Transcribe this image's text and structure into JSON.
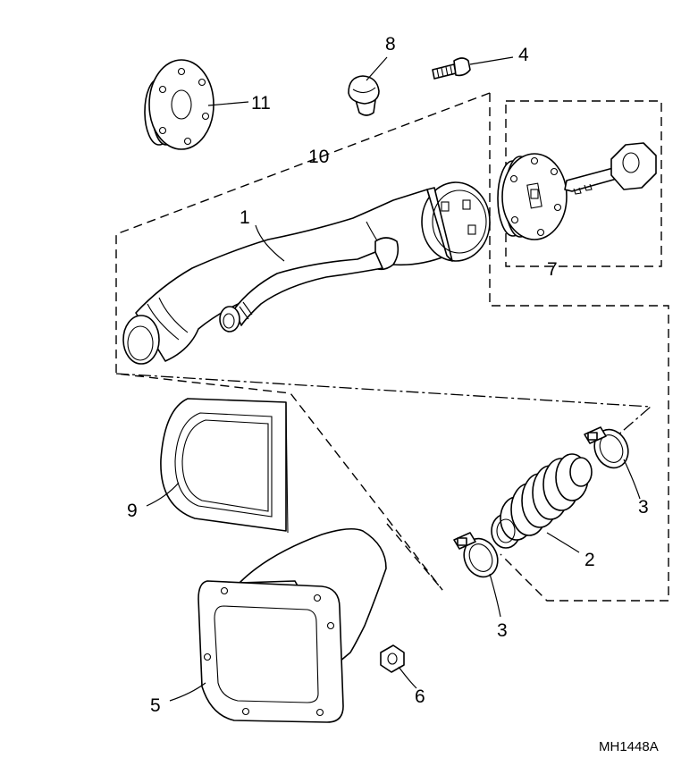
{
  "figure": {
    "reference_code": "MH1448A",
    "callouts": [
      {
        "id": "1",
        "label": "1"
      },
      {
        "id": "2",
        "label": "2"
      },
      {
        "id": "3a",
        "label": "3"
      },
      {
        "id": "3b",
        "label": "3"
      },
      {
        "id": "4",
        "label": "4"
      },
      {
        "id": "5",
        "label": "5"
      },
      {
        "id": "6",
        "label": "6"
      },
      {
        "id": "7",
        "label": "7"
      },
      {
        "id": "8",
        "label": "8"
      },
      {
        "id": "9",
        "label": "9"
      },
      {
        "id": "10",
        "label": "10"
      },
      {
        "id": "11",
        "label": "11"
      }
    ]
  }
}
